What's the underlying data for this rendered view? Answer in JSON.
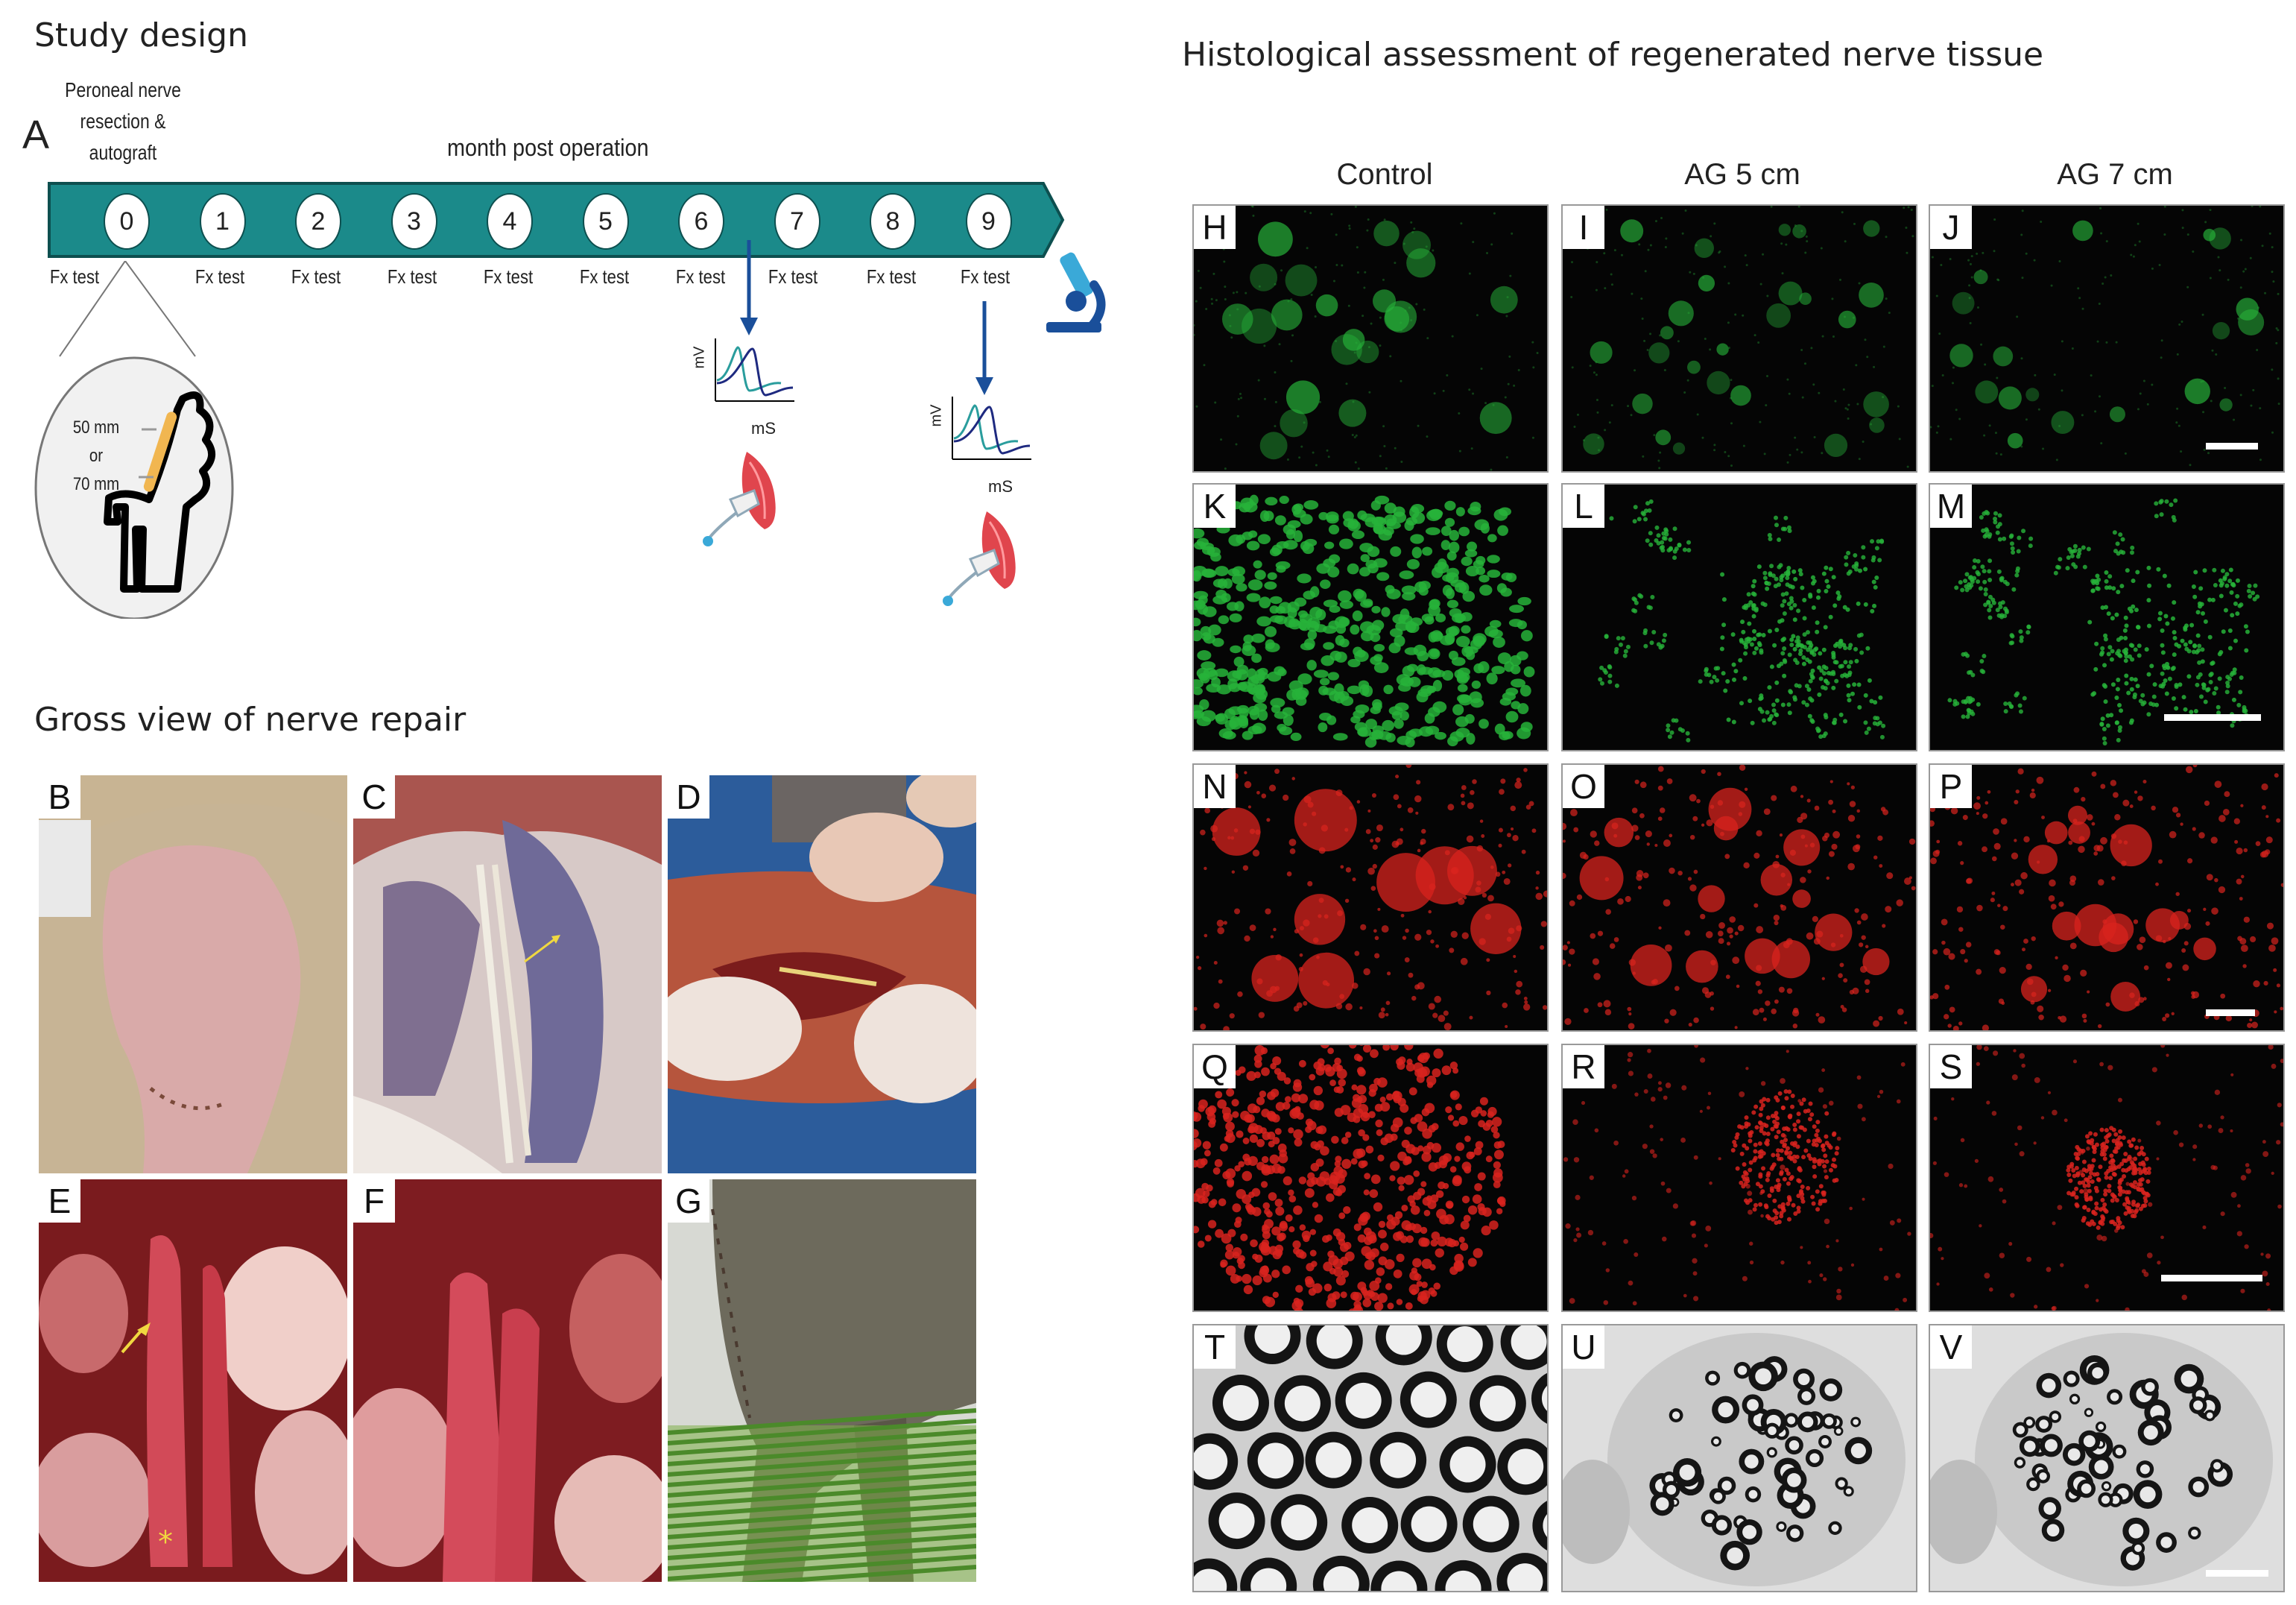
{
  "study_design": {
    "title": "Study design",
    "panel_letter": "A",
    "procedure_label_lines": [
      "Peroneal nerve",
      "resection &",
      "autograft"
    ],
    "timeline_caption": "month post operation",
    "months": [
      "0",
      "1",
      "2",
      "3",
      "4",
      "5",
      "6",
      "7",
      "8",
      "9"
    ],
    "fx_test_label": "Fx test",
    "graft_lengths": [
      "50 mm",
      "or",
      "70 mm"
    ],
    "ephys_y_axis": "mV",
    "ephys_x_axis": "mS",
    "colors": {
      "timeline": "#1b8a8a",
      "arrow": "#1a4f9a",
      "muscle": "#e0454d",
      "graft": "#f1b650"
    }
  },
  "gross_view": {
    "title": "Gross view of nerve repair",
    "panels": [
      "B",
      "C",
      "D",
      "E",
      "F",
      "G"
    ]
  },
  "histology": {
    "title": "Histological assessment of regenerated nerve tissue",
    "columns": [
      "Control",
      "AG 5 cm",
      "AG 7 cm"
    ],
    "rows": [
      {
        "stain": "green-low",
        "panels": [
          "H",
          "I",
          "J"
        ]
      },
      {
        "stain": "green-high",
        "panels": [
          "K",
          "L",
          "M"
        ]
      },
      {
        "stain": "red-low",
        "panels": [
          "N",
          "O",
          "P"
        ]
      },
      {
        "stain": "red-high",
        "panels": [
          "Q",
          "R",
          "S"
        ]
      },
      {
        "stain": "toluidine",
        "panels": [
          "T",
          "U",
          "V"
        ]
      }
    ],
    "colors": {
      "green": "#27b33a",
      "red": "#d8231e"
    }
  }
}
